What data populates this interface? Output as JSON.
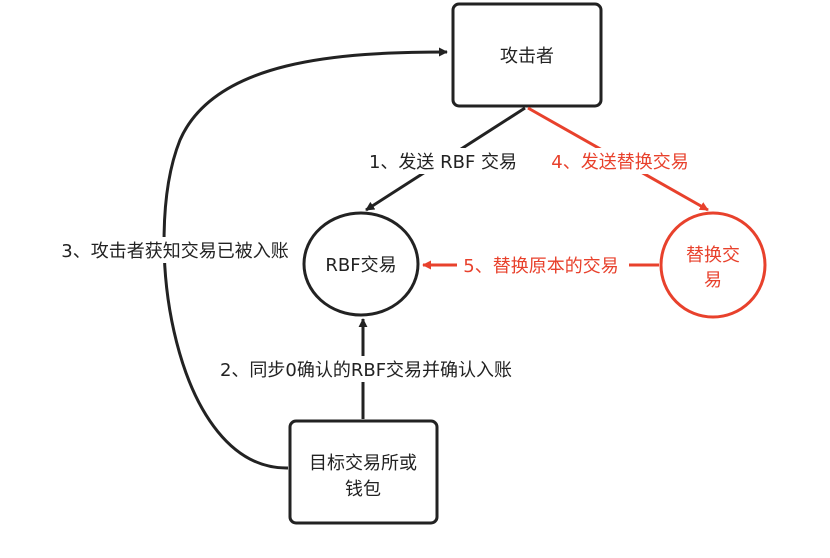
{
  "nodes": {
    "attacker": "攻击者",
    "rbf_tx": "RBF交易",
    "replacement_tx": [
      "替换交",
      "易"
    ],
    "target": [
      "目标交易所或",
      "钱包"
    ]
  },
  "edges": {
    "step1": "1、发送 RBF 交易",
    "step2": "2、同步0确认的RBF交易并确认入账",
    "step3": "3、攻击者获知交易已被入账",
    "step4": "4、发送替换交易",
    "step5": "5、替换原本的交易"
  },
  "colors": {
    "black": "#222222",
    "red": "#e8412c"
  }
}
